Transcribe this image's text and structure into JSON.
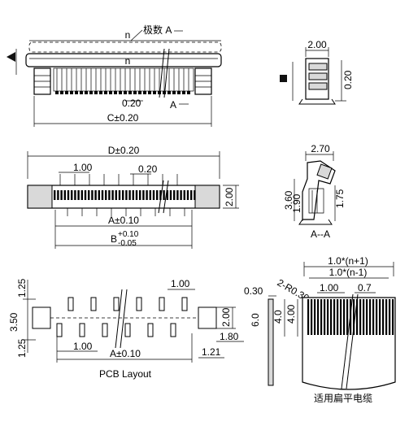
{
  "top_view": {
    "dim_n_top": "n",
    "poles_label": "极数 A",
    "dim_n_body": "n",
    "dim_pitch": "0.20",
    "section_mark": "A",
    "dim_c": "C±0.20"
  },
  "side_view": {
    "dim_width": "2.00",
    "dim_height": "0.20"
  },
  "front_view": {
    "dim_d": "D±0.20",
    "dim_pitch_1": "1.00",
    "dim_pitch_020": "0.20",
    "dim_a": "A±0.10",
    "dim_b_main": "B",
    "dim_b_plus": "+0.10",
    "dim_b_minus": "-0.05",
    "dim_height": "2.00"
  },
  "section_view": {
    "dim_width": "2.70",
    "dim_360": "3.60",
    "dim_190": "1.90",
    "dim_175": "1.75",
    "caption": "A--A"
  },
  "pcb_layout": {
    "dim_125_top": "1.25",
    "dim_350": "3.50",
    "dim_125_bottom": "1.25",
    "dim_100_top": "1.00",
    "dim_200": "2.00",
    "dim_180": "1.80",
    "dim_100_bottom": "1.00",
    "dim_a": "A±0.10",
    "dim_121": "1.21",
    "caption": "PCB Layout"
  },
  "cable": {
    "dim_total": "1.0*(n+1)",
    "dim_inner": "1.0*(n-1)",
    "dim_radius": "2-R0.30",
    "dim_030": "0.30",
    "dim_100": "1.00",
    "dim_07": "0.7",
    "dim_60": "6.0",
    "dim_40_inner": "4.0",
    "dim_400": "4.00",
    "caption": "适用扁平电缆"
  }
}
